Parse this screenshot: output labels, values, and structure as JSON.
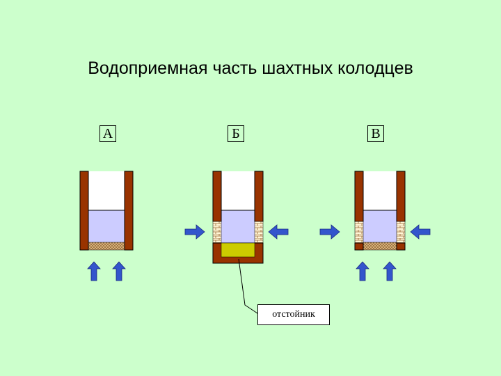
{
  "title": "Водоприемная часть шахтных колодцев",
  "wells": [
    {
      "label": "А"
    },
    {
      "label": "Б"
    },
    {
      "label": "В"
    }
  ],
  "sump_label": "отстойник",
  "colors": {
    "background": "#ccffcc",
    "wall": "#993300",
    "water": "#ccccff",
    "air": "#ffffff",
    "gravel": "#c8a26a",
    "sump": "#cccc00",
    "brick": "#fff2cc",
    "arrow": "#3355cc"
  }
}
